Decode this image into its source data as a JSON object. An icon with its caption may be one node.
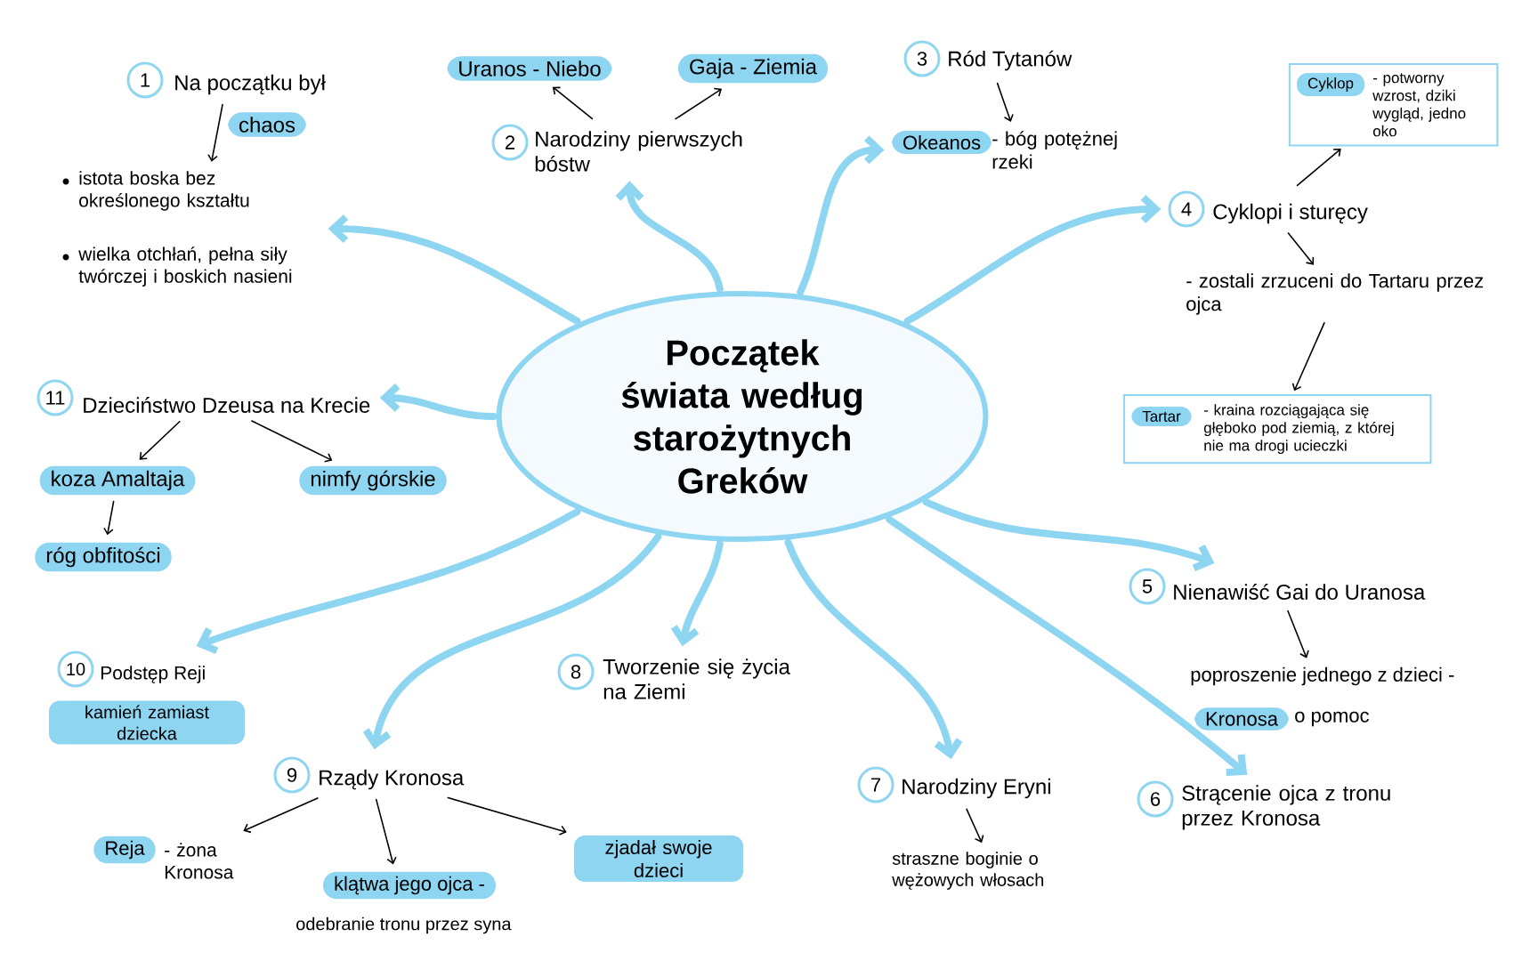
{
  "diagram": {
    "nodes": [
      {
        "text": [
          "Początek świata według starożytnych Greków"
        ]
      },
      {
        "text": [
          "1",
          "Na początku był"
        ]
      },
      {
        "text": [
          "istota boska bez określonego kształtu",
          "wielka otchłań, pełna siły twórczej i boskich nasieni"
        ]
      },
      {
        "text": [
          "2",
          "Narodziny pierwszych bóstw"
        ]
      },
      {
        "text": [
          "Uranos - Niebo"
        ]
      },
      {
        "text": [
          "Gaja - Ziemia"
        ]
      },
      {
        "text": [
          "3",
          "Ród Tytanów"
        ]
      },
      {
        "text": [
          "Okeanos",
          "- bóg potężnej rzeki"
        ]
      },
      {
        "text": [
          "4",
          "Cyklopi i sturęcy"
        ]
      },
      {
        "text": [
          "Cyklop",
          "- potworny wzrost, dziki wygląd, jedno oko"
        ]
      },
      {
        "text": [
          "- zostali zrzuceni do Tartaru przez ojca"
        ]
      },
      {
        "text": [
          "Tartar",
          "- kraina rozciągająca się głęboko pod ziemią, z której nie ma drogi ucieczki"
        ]
      },
      {
        "text": [
          "5",
          "Nienawiść Gai do Uranosa"
        ]
      },
      {
        "text": [
          "poproszenie jednego z dzieci -",
          "Kronosa",
          "o pomoc"
        ]
      },
      {
        "text": [
          "6",
          "Strącenie ojca z tronu przez Kronosa"
        ]
      },
      {
        "text": [
          "7",
          "Narodziny Eryni"
        ]
      },
      {
        "text": [
          "straszne boginie o wężowych włosach"
        ]
      },
      {
        "text": [
          "8",
          "Tworzenie się życia na Ziemi"
        ]
      },
      {
        "text": [
          "9",
          "Rządy Kronosa"
        ]
      },
      {
        "text": [
          "Reja",
          "- żona Kronosa"
        ]
      },
      {
        "text": [
          "klątwa jego ojca -",
          "odebranie tronu przez syna"
        ]
      },
      {
        "text": [
          "zjadał swoje dzieci"
        ]
      },
      {
        "text": [
          "10",
          "Podstęp Reji"
        ]
      },
      {
        "text": [
          "kamień zamiast dziecka"
        ]
      },
      {
        "text": [
          "11",
          "Dzieciństwo Dzeusa na Krecie"
        ]
      },
      {
        "text": [
          "koza Amaltaja"
        ]
      },
      {
        "text": [
          "nimfy górskie"
        ]
      },
      {
        "text": [
          "róg obfitości"
        ]
      },
      {
        "text": [
          "chaos"
        ]
      }
    ],
    "edges": [
      {
        "from": 0,
        "to": 2,
        "arrow": "to",
        "style": "thick",
        "color": "#8dd5f0"
      },
      {
        "from": 0,
        "to": 3,
        "arrow": "to",
        "style": "thick",
        "color": "#8dd5f0"
      },
      {
        "from": 0,
        "to": 7,
        "arrow": "to",
        "style": "thick",
        "color": "#8dd5f0"
      },
      {
        "from": 0,
        "to": 8,
        "arrow": "to",
        "style": "thick",
        "color": "#8dd5f0"
      },
      {
        "from": 0,
        "to": 12,
        "arrow": "to",
        "style": "thick",
        "color": "#8dd5f0"
      },
      {
        "from": 0,
        "to": 14,
        "arrow": "to",
        "style": "thick",
        "color": "#8dd5f0"
      },
      {
        "from": 0,
        "to": 15,
        "arrow": "to",
        "style": "thick",
        "color": "#8dd5f0"
      },
      {
        "from": 0,
        "to": 17,
        "arrow": "to",
        "style": "thick",
        "color": "#8dd5f0"
      },
      {
        "from": 0,
        "to": 18,
        "arrow": "to",
        "style": "thick",
        "color": "#8dd5f0"
      },
      {
        "from": 0,
        "to": 22,
        "arrow": "to",
        "style": "thick",
        "color": "#8dd5f0"
      },
      {
        "from": 0,
        "to": 24,
        "arrow": "to",
        "style": "thick",
        "color": "#8dd5f0"
      },
      {
        "from": 1,
        "to": 2,
        "arrow": "to"
      },
      {
        "from": 3,
        "to": 4,
        "arrow": "to"
      },
      {
        "from": 3,
        "to": 5,
        "arrow": "to"
      },
      {
        "from": 6,
        "to": 7,
        "arrow": "to"
      },
      {
        "from": 8,
        "to": 9,
        "arrow": "to"
      },
      {
        "from": 8,
        "to": 10,
        "arrow": "to"
      },
      {
        "from": 10,
        "to": 11,
        "arrow": "to"
      },
      {
        "from": 12,
        "to": 13,
        "arrow": "to"
      },
      {
        "from": 15,
        "to": 16,
        "arrow": "to"
      },
      {
        "from": 18,
        "to": 19,
        "arrow": "to"
      },
      {
        "from": 18,
        "to": 20,
        "arrow": "to"
      },
      {
        "from": 18,
        "to": 21,
        "arrow": "to"
      },
      {
        "from": 24,
        "to": 25,
        "arrow": "to"
      },
      {
        "from": 24,
        "to": 26,
        "arrow": "to"
      },
      {
        "from": 25,
        "to": 27,
        "arrow": "to"
      }
    ]
  }
}
